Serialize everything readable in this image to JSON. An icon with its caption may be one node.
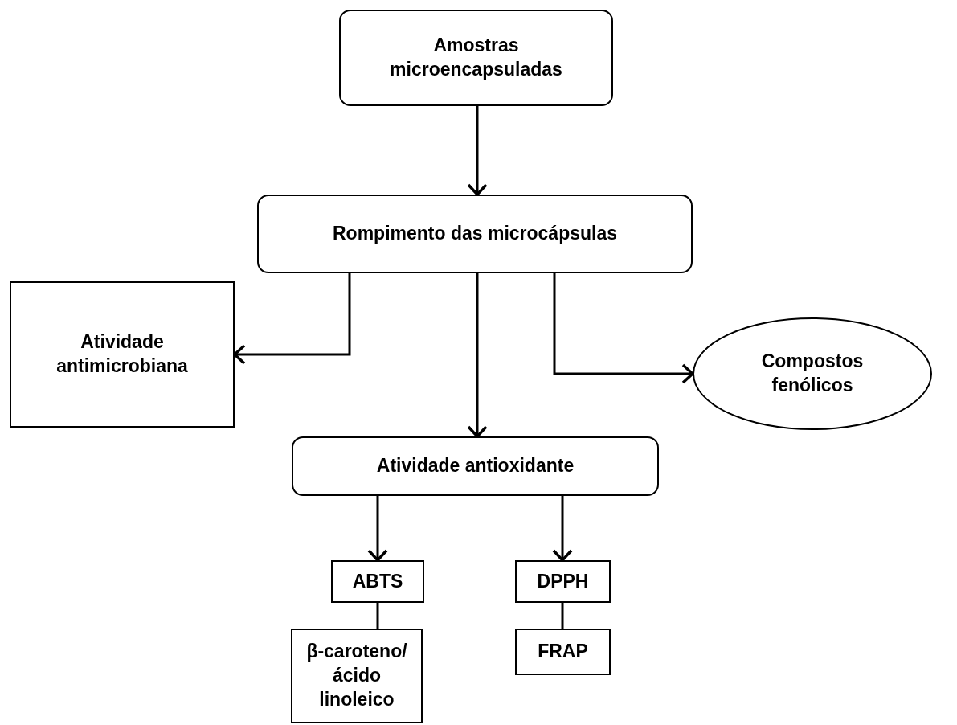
{
  "diagram": {
    "nodes": [
      {
        "text": [
          "Amostras microencapsuladas"
        ]
      },
      {
        "text": [
          "Rompimento das microcápsulas"
        ]
      },
      {
        "text": [
          "Atividade antimicrobiana"
        ]
      },
      {
        "text": [
          "Compostos fenólicos"
        ]
      },
      {
        "text": [
          "Atividade antioxidante"
        ]
      },
      {
        "text": [
          "ABTS"
        ]
      },
      {
        "text": [
          "DPPH"
        ]
      },
      {
        "text": [
          "β-caroteno/ ácido linoleico"
        ]
      },
      {
        "text": [
          "FRAP"
        ]
      }
    ],
    "edges": [
      {
        "from": 0,
        "to": 1,
        "arrow": "to"
      },
      {
        "from": 1,
        "to": 2,
        "arrow": "to"
      },
      {
        "from": 1,
        "to": 4,
        "arrow": "to"
      },
      {
        "from": 1,
        "to": 3,
        "arrow": "to"
      },
      {
        "from": 4,
        "to": 5,
        "arrow": "to"
      },
      {
        "from": 4,
        "to": 6,
        "arrow": "to"
      },
      {
        "from": 5,
        "to": 7,
        "arrow": "none"
      },
      {
        "from": 6,
        "to": 8,
        "arrow": "none"
      }
    ]
  }
}
